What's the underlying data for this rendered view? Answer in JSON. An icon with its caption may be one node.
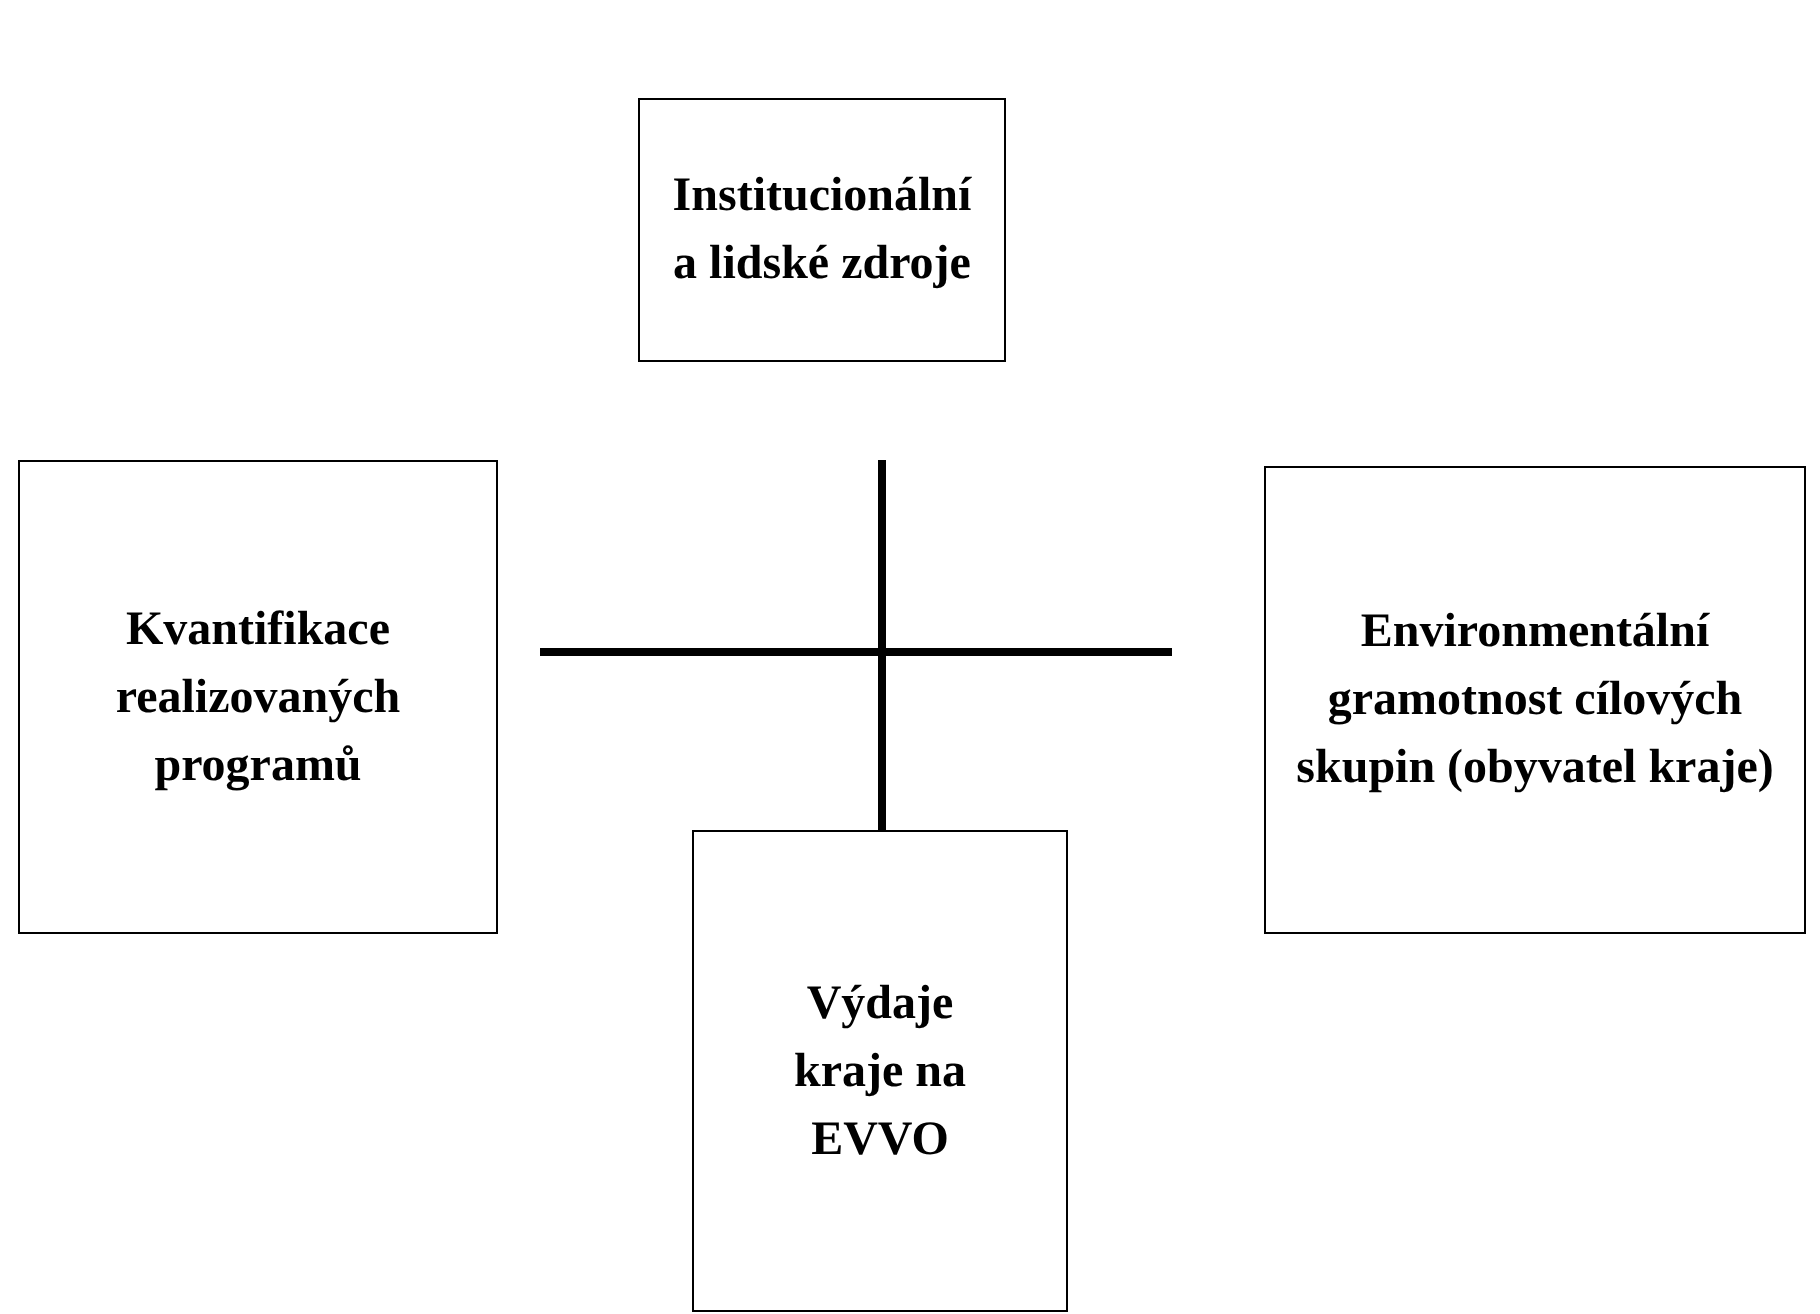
{
  "diagram": {
    "nodes": [
      {
        "text": [
          "Institucionální a lidské zdroje"
        ]
      },
      {
        "text": [
          "Kvantifikace realizovaných programů"
        ]
      },
      {
        "text": [
          "Environmentální gramotnost cílových skupin (obyvatel kraje)"
        ]
      },
      {
        "text": [
          "Výdaje kraje na EVVO"
        ]
      }
    ]
  }
}
